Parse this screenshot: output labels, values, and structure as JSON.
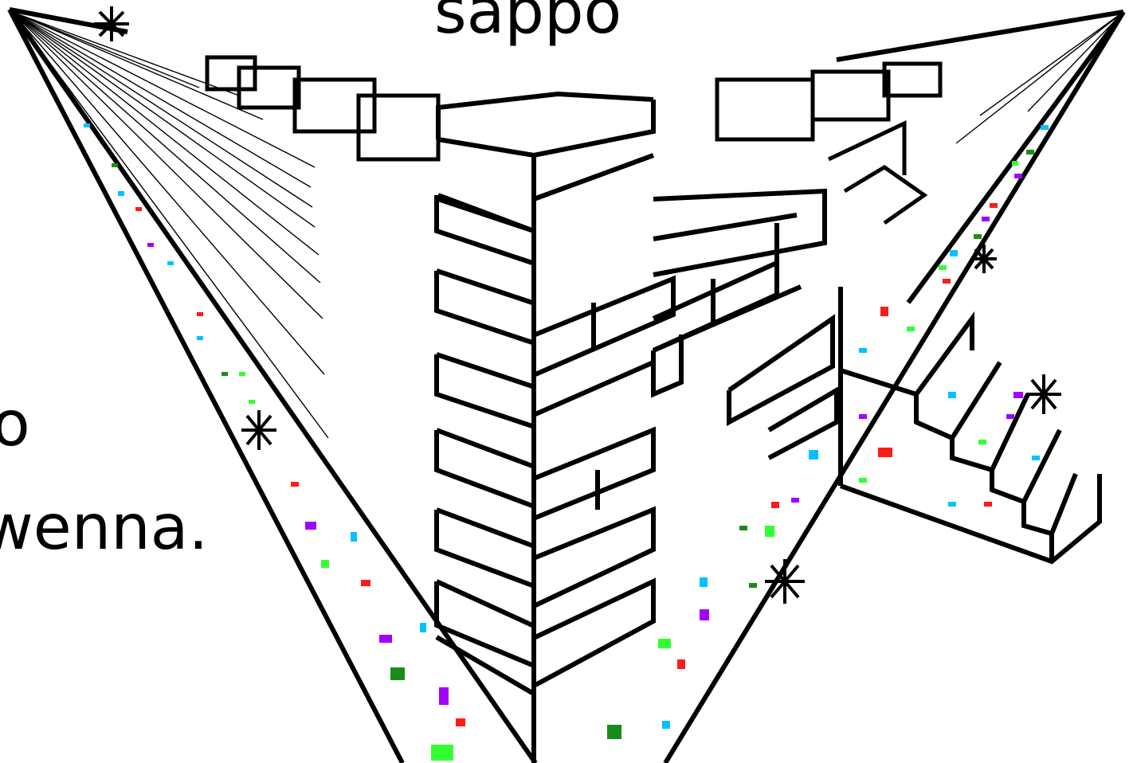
{
  "texts": {
    "title": "sappo",
    "side_line_1": "o",
    "side_line_2": "wenna."
  },
  "colors": {
    "ink": "#000000",
    "confetti": [
      "#a100ff",
      "#00c2ff",
      "#ff1a1a",
      "#1a8c1a",
      "#33ff33"
    ]
  }
}
